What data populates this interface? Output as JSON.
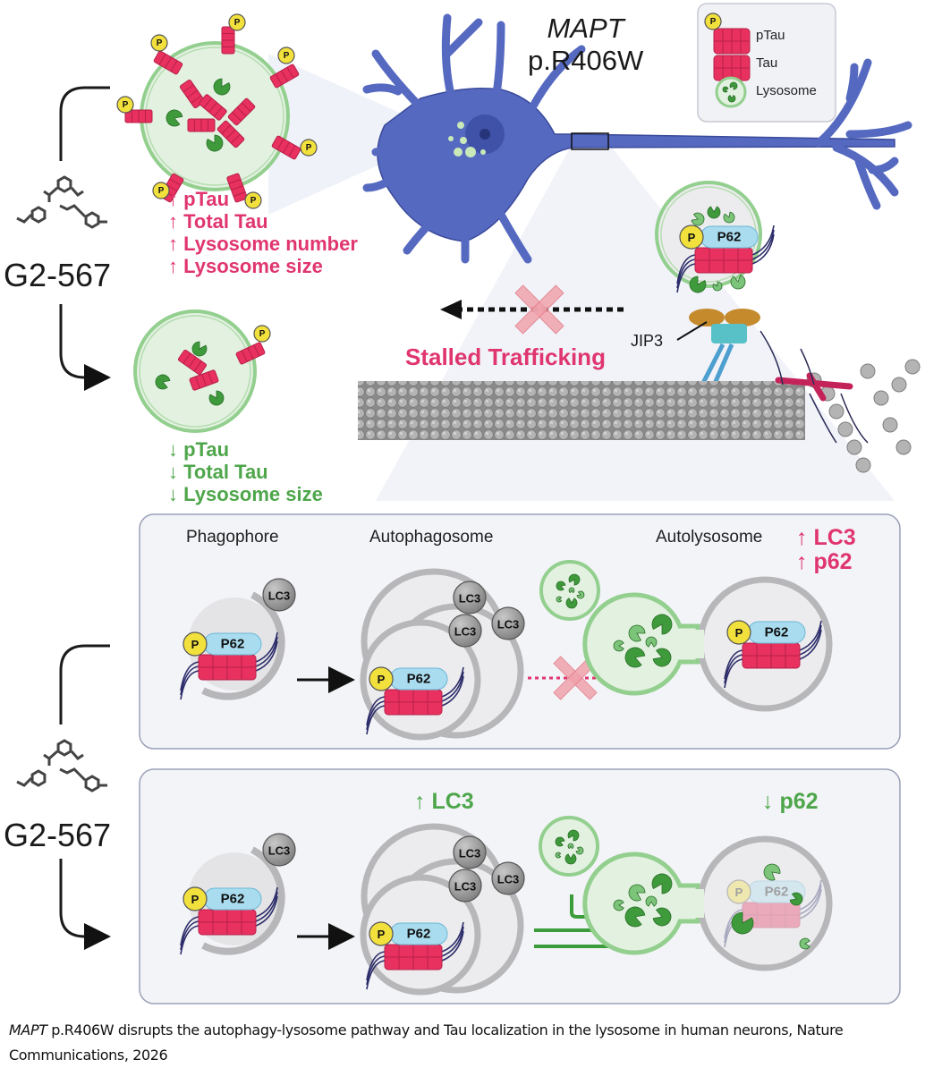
{
  "gene": {
    "name": "MAPT",
    "variant": "p.R406W"
  },
  "legend": {
    "items": [
      {
        "icon": "ptau-icon",
        "label": "pTau"
      },
      {
        "icon": "tau-icon",
        "label": "Tau"
      },
      {
        "icon": "lysosome-icon",
        "label": "Lysosome"
      }
    ]
  },
  "drug": {
    "name": "G2-567"
  },
  "top_effects": {
    "mutant": [
      "↑ pTau",
      "↑ Total Tau",
      "↑ Lysosome number",
      "↑ Lysosome size"
    ],
    "treated": [
      "↓ pTau",
      "↓ Total Tau",
      "↓ Lysosome size"
    ]
  },
  "trafficking": {
    "label": "Stalled Trafficking",
    "adaptor_label": "JIP3"
  },
  "protein_labels": {
    "phospho": "P",
    "p62": "P62",
    "lc3": "LC3"
  },
  "autophagy_panel_mutant": {
    "stages": [
      "Phagophore",
      "Autophagosome",
      "Autolysosome"
    ],
    "changes": [
      "↑ LC3",
      "↑ p62"
    ]
  },
  "autophagy_panel_treated": {
    "changes": [
      "↑ LC3",
      "↓ p62"
    ]
  },
  "colors": {
    "up_pink": "#e0356e",
    "down_green": "#4ea64a",
    "neuron_blue": "#5569c1",
    "tau_red": "#e8315e",
    "phospho_yellow": "#f2e03c",
    "p62_blue": "#a9dcef",
    "lysosome_green": "#8fcf8b",
    "panel_bg": "#f3f4f8"
  },
  "caption": {
    "gene_italic": "MAPT",
    "text": " p.R406W disrupts the autophagy-lysosome pathway and Tau localization in the lysosome in human neurons, Nature Communications, 2026"
  }
}
